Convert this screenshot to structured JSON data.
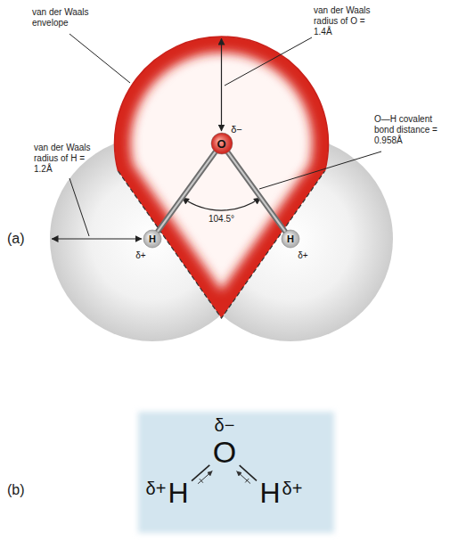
{
  "diagram": {
    "nodes": [
      {
        "text": [
          "δ−",
          "O"
        ]
      },
      {
        "text": [
          "H",
          "δ+"
        ]
      },
      {
        "text": [
          "H",
          "δ+"
        ]
      },
      {
        "text": [
          "δ−",
          "O"
        ]
      },
      {
        "text": [
          "δ+",
          "H"
        ]
      },
      {
        "text": [
          "H",
          "δ+"
        ]
      }
    ],
    "edges": [
      {
        "from": 0,
        "to": 1,
        "arrow": "none"
      },
      {
        "from": 0,
        "to": 2,
        "arrow": "none"
      },
      {
        "from": 4,
        "to": 3,
        "arrow": "to"
      },
      {
        "from": 5,
        "to": 3,
        "arrow": "to"
      }
    ],
    "labels": [
      "van der Waals envelope",
      "van der Waals radius of O = 1.4Å",
      "O—H covalent bond distance = 0.958Å",
      "van der Waals radius of H = 1.2Å",
      "104.5°",
      "(a)",
      "(b)"
    ]
  }
}
